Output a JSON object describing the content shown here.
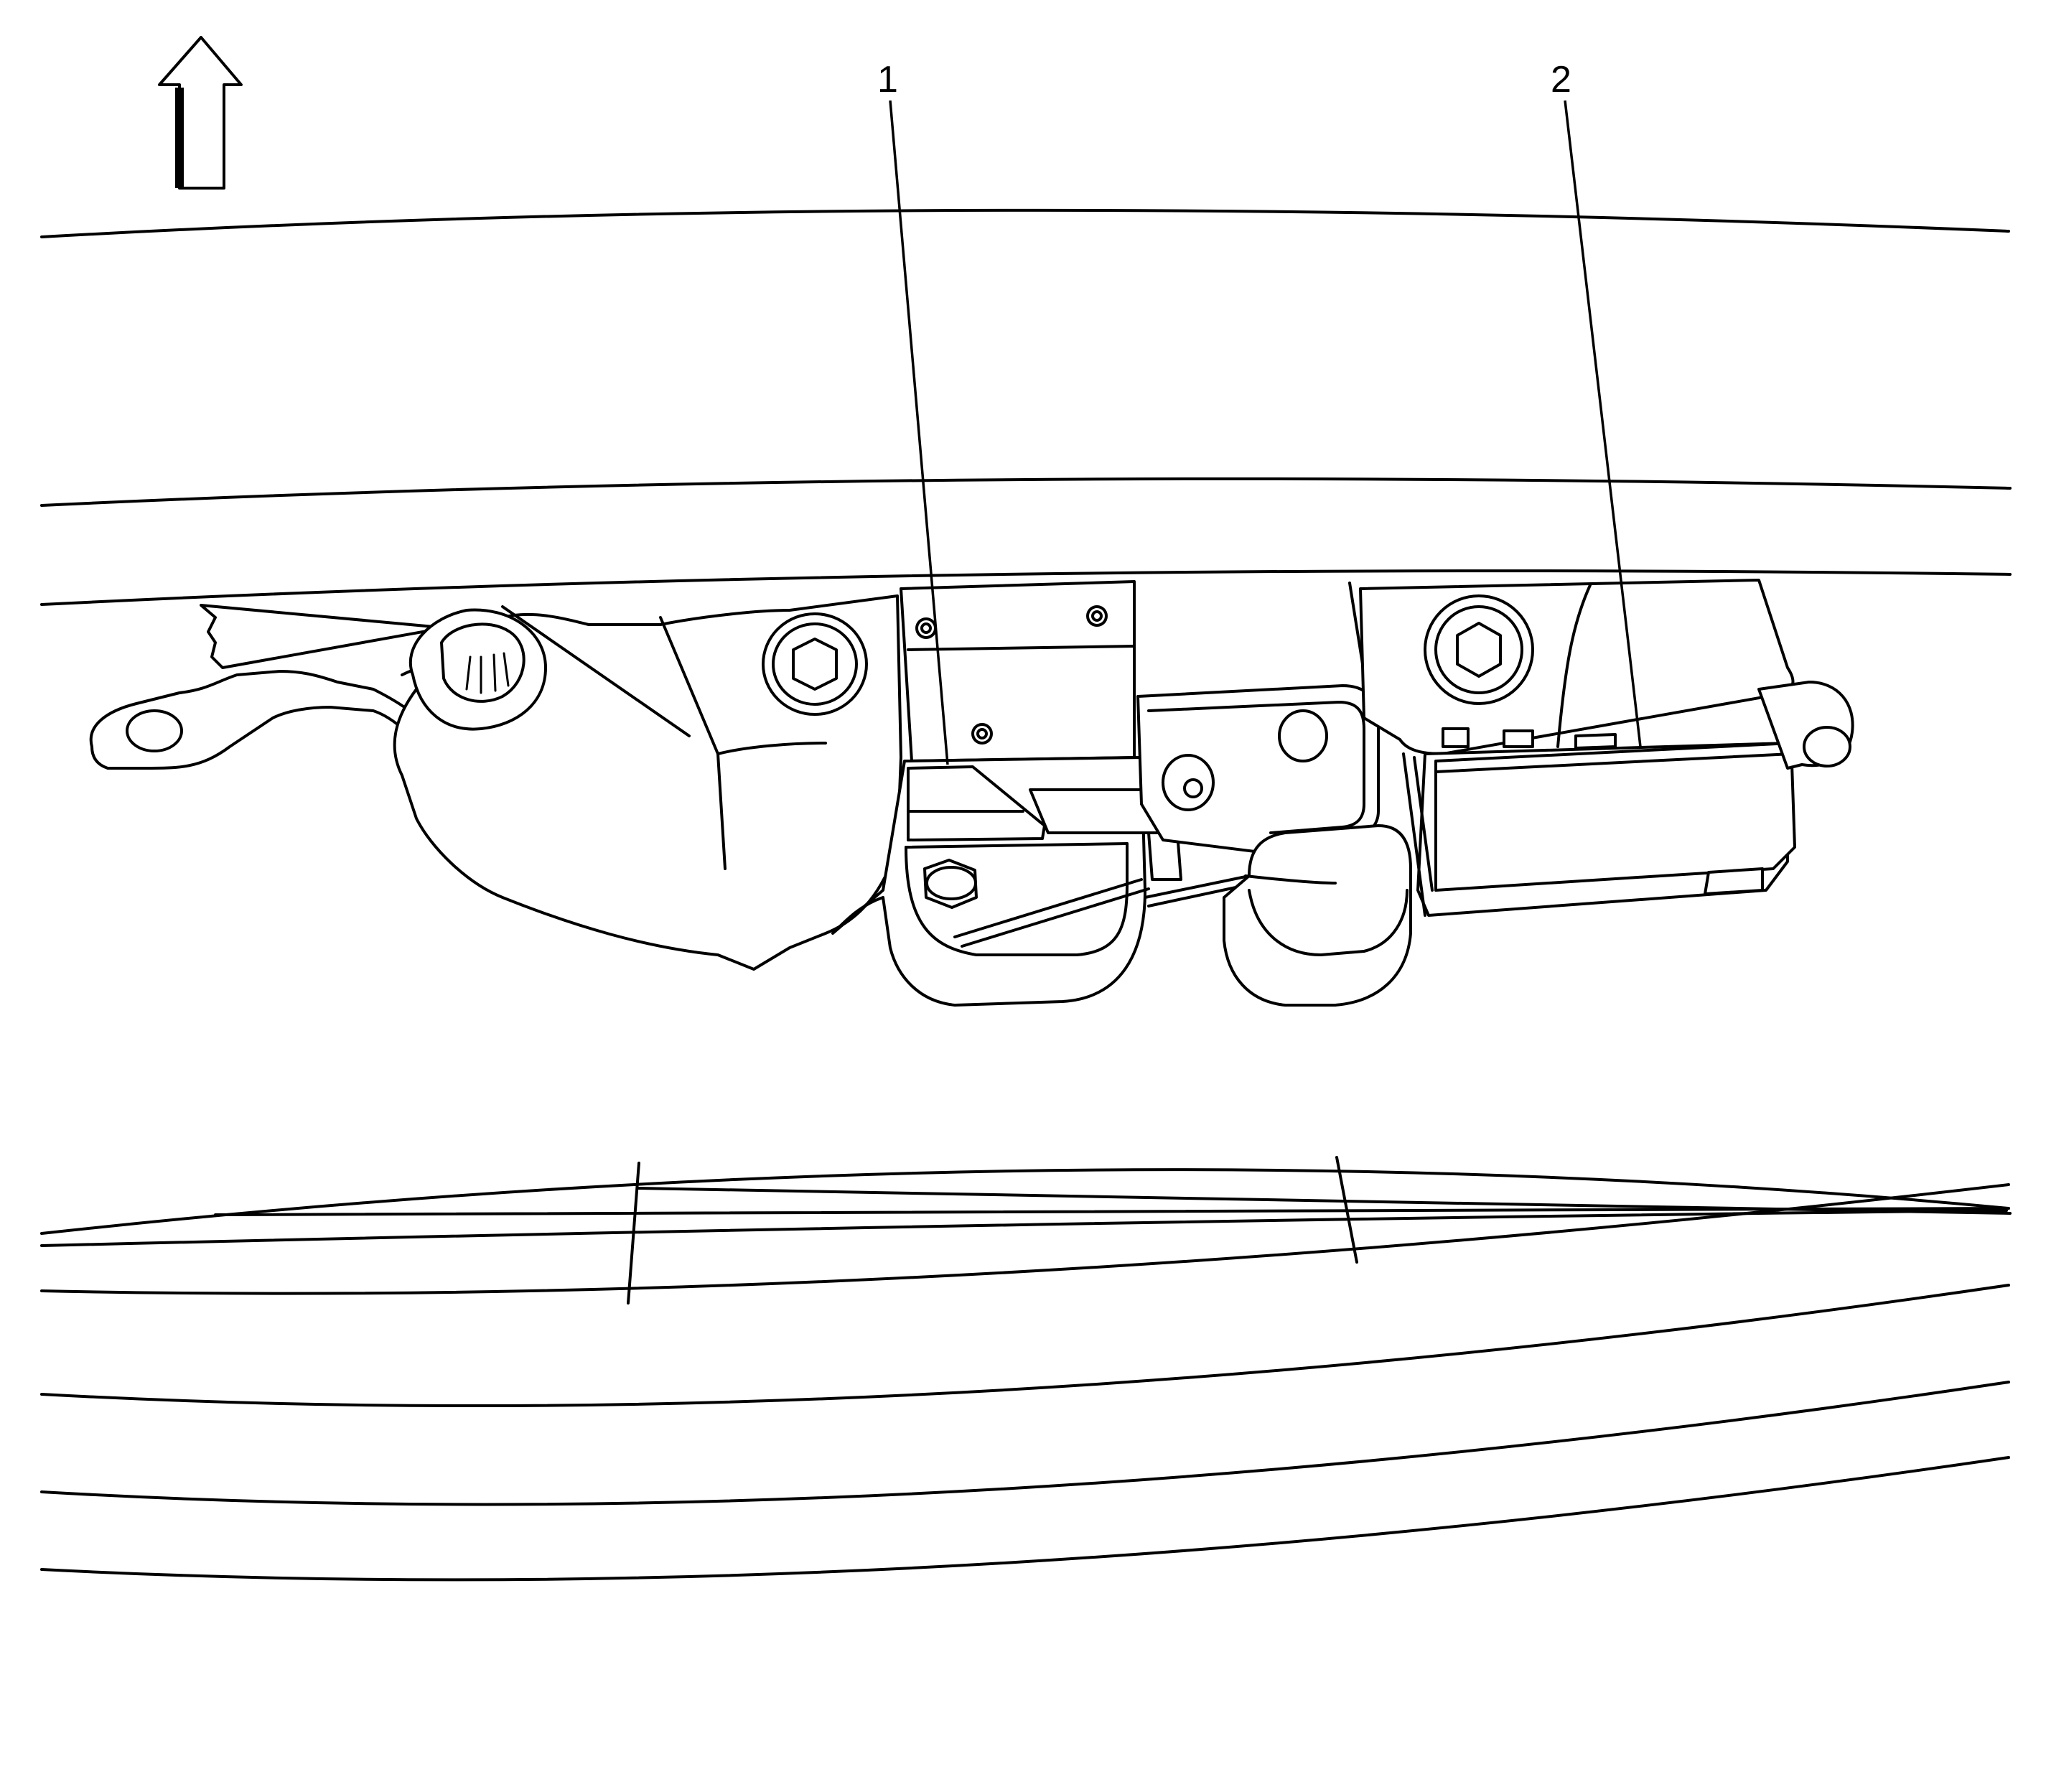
{
  "callouts": [
    {
      "id": "1",
      "label": "1"
    },
    {
      "id": "2",
      "label": "2"
    }
  ],
  "icons": {
    "direction_arrow": "up-arrow-icon"
  },
  "colors": {
    "line": "#000000",
    "background": "#ffffff"
  }
}
